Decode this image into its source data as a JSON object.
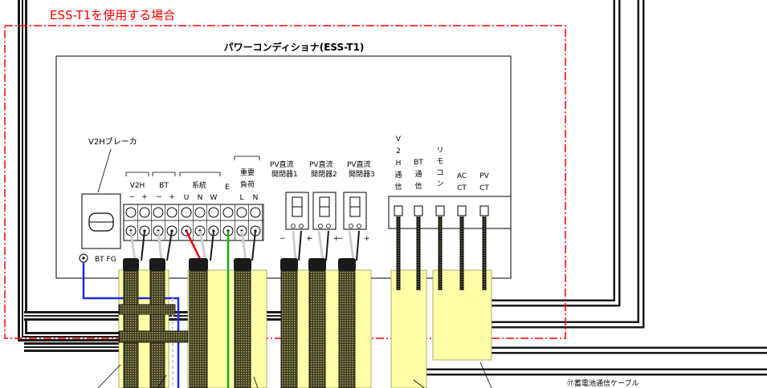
{
  "case_title": "ESS-T1を使用する場合",
  "conditioner_title": "パワーコンディショナ(ESS-T1)",
  "breaker_label": "V2Hブレーカ",
  "bt_fg_label": "BT FG",
  "terminal_groups": {
    "v2h": "V2H",
    "bt": "BT",
    "grid": "系統",
    "e": "E",
    "load_line1": "重要",
    "load_line2": "負荷"
  },
  "terminal_letters": {
    "minus": "−",
    "plus": "+",
    "u": "U",
    "n": "N",
    "w": "W",
    "l": "L",
    "n2": "N"
  },
  "pv_switches": [
    {
      "line1": "PV直流",
      "line2": "開閉器1"
    },
    {
      "line1": "PV直流",
      "line2": "開閉器2"
    },
    {
      "line1": "PV直流",
      "line2": "開閉器3"
    }
  ],
  "comm_ports": {
    "v2h": [
      "V",
      "2",
      "H",
      "通",
      "信"
    ],
    "bt": [
      "BT",
      "通",
      "信"
    ],
    "remote": [
      "リ",
      "モ",
      "コ",
      "ン"
    ],
    "ac_ct": [
      "AC",
      "CT"
    ],
    "pv_ct": [
      "PV",
      "CT"
    ]
  },
  "cable_note": "⑰蓄電池通信ケーブル",
  "colors": {
    "dashdot": "#ff0000",
    "cable": "#1a1a1a",
    "highlight": "#ffffa8",
    "red_wire": "#e00000",
    "green_wire": "#1fa51f",
    "blue_wire": "#1a2ee0",
    "white_wire": "#cfcfcf"
  }
}
